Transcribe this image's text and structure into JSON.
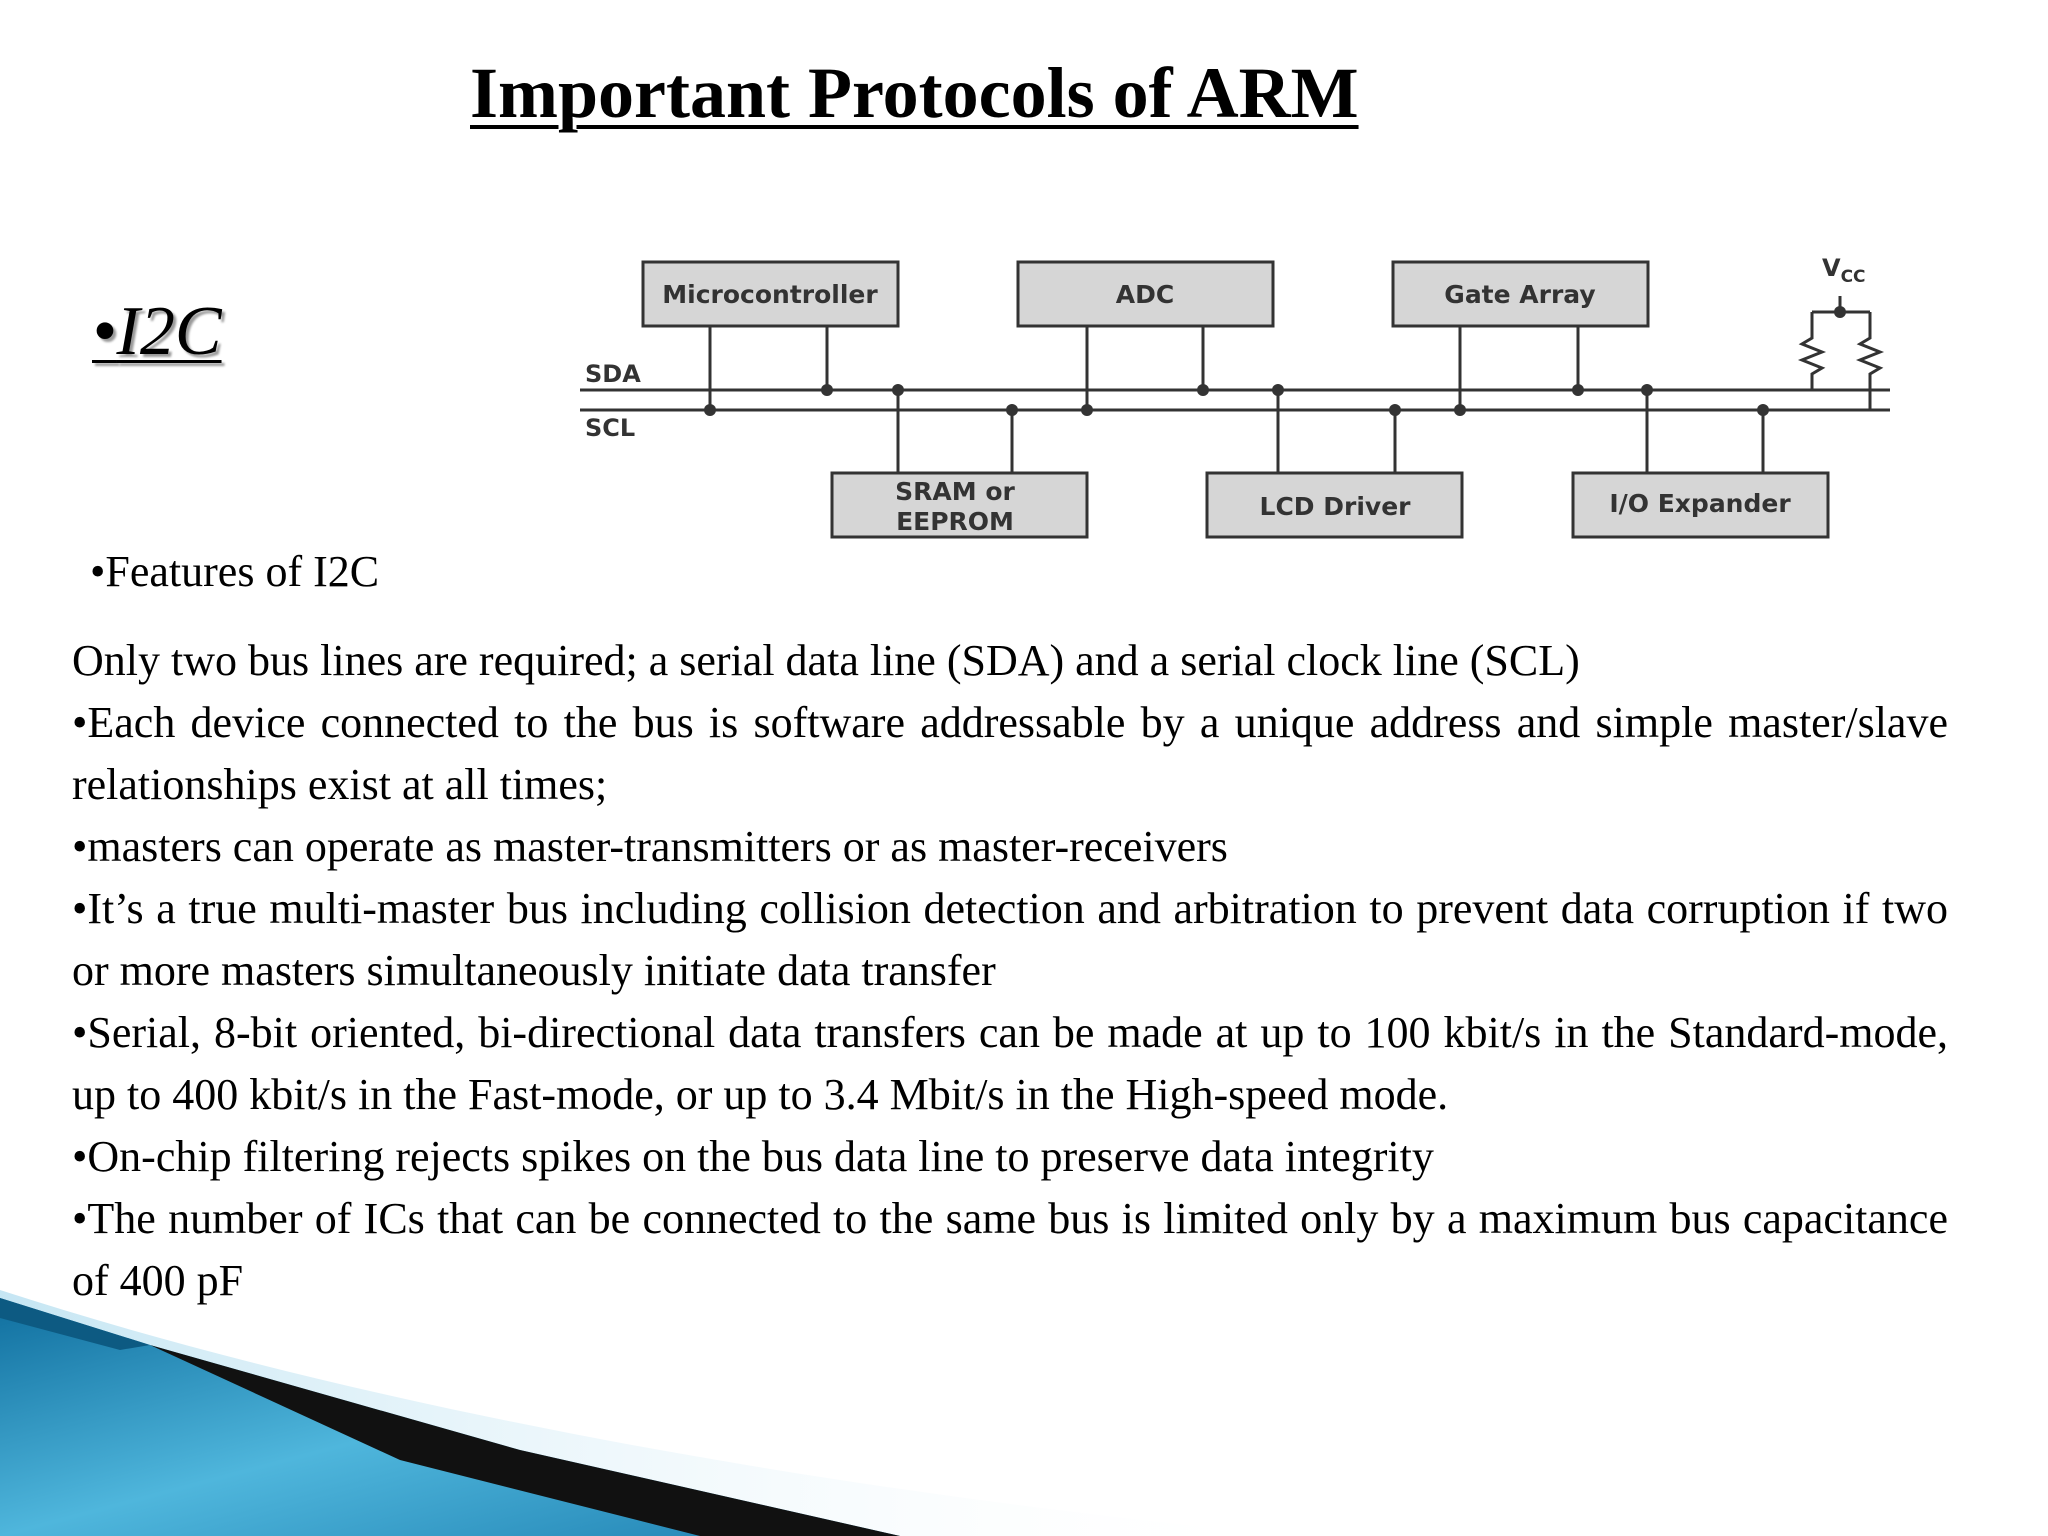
{
  "title": "Important Protocols of ARM",
  "section": {
    "bullet": "•",
    "name": "I2C"
  },
  "diagram": {
    "sda_label": "SDA",
    "scl_label": "SCL",
    "vcc_label": "V",
    "vcc_sub": "CC",
    "top_devices": [
      "Microcontroller",
      "ADC",
      "Gate Array"
    ],
    "bottom_devices": [
      {
        "line1": "SRAM or",
        "line2": "EEPROM"
      },
      {
        "line1": "LCD Driver",
        "line2": ""
      },
      {
        "line1": "I/O Expander",
        "line2": ""
      }
    ]
  },
  "features_heading": "•Features of I2C",
  "paragraphs": [
    "Only two bus lines are required; a serial data line (SDA) and a serial clock line (SCL)",
    "•Each device connected to the bus is software addressable by a unique address and simple master/slave relationships exist at all times;",
    "•masters can operate as master-transmitters or as master-receivers",
    "•It’s a true multi-master bus including collision detection and arbitration to prevent data corruption if two or more masters simultaneously initiate data transfer",
    "•Serial, 8-bit oriented, bi-directional data transfers can be made at up to 100 kbit/s in the Standard-mode, up to 400 kbit/s in the Fast-mode, or up to 3.4 Mbit/s in the High-speed mode.",
    "•On-chip filtering rejects spikes on the bus data line to preserve data integrity",
    "•The number of ICs that can be connected to the same bus is limited only by a maximum bus capacitance of 400 pF"
  ],
  "colors": {
    "box_fill": "#d6d6d6",
    "line": "#333333",
    "deco_blue": "#2a8fbf",
    "deco_dark": "#111111"
  }
}
